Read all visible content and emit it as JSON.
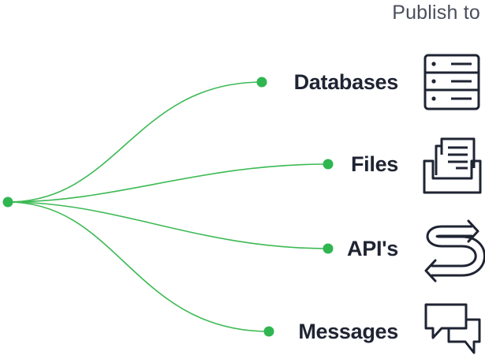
{
  "heading": "Publish to",
  "colors": {
    "line": "#3cba54",
    "node": "#2fb650",
    "icon_stroke": "#1f2433",
    "label": "#1f2433",
    "heading": "#4b4f5c"
  },
  "targets": [
    {
      "label": "Databases",
      "icon": "server-icon"
    },
    {
      "label": "Files",
      "icon": "document-tray-icon"
    },
    {
      "label": "API's",
      "icon": "exchange-arrows-icon"
    },
    {
      "label": "Messages",
      "icon": "chat-bubbles-icon"
    }
  ]
}
